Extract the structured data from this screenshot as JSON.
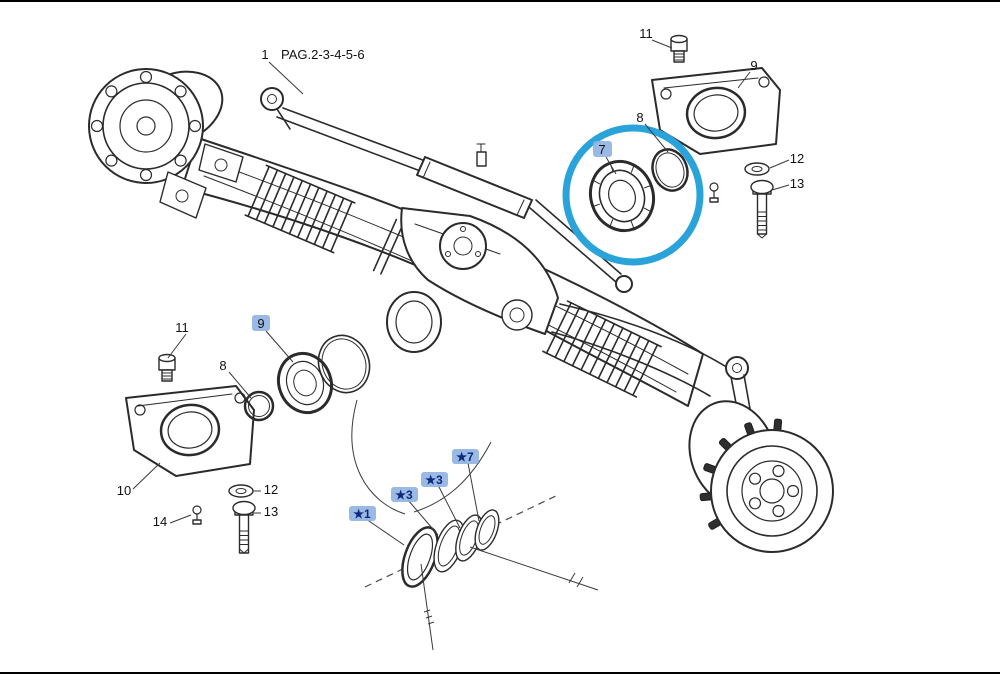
{
  "page": {
    "background": "#ffffff",
    "frame_color": "#000000"
  },
  "colors": {
    "ink": "#2b2b2b",
    "highlight_circle": "#2aa3da",
    "label_highlight_bg": "#8fb3e2",
    "label_highlight_text": "#0d2a7a"
  },
  "reference": {
    "number": "1",
    "pages": "PAG.2-3-4-5-6"
  },
  "callouts": {
    "upper_right": {
      "c11": "11",
      "c9": "9",
      "c8": "8",
      "c7": "7",
      "c12": "12",
      "c13": "13"
    },
    "lower_left": {
      "c11": "11",
      "c9": "9",
      "c8": "8",
      "c10": "10",
      "c12": "12",
      "c13": "13",
      "c14": "14"
    },
    "shims": {
      "s1": "★1",
      "s2": "★3",
      "s3": "★3",
      "s4": "★7"
    }
  }
}
